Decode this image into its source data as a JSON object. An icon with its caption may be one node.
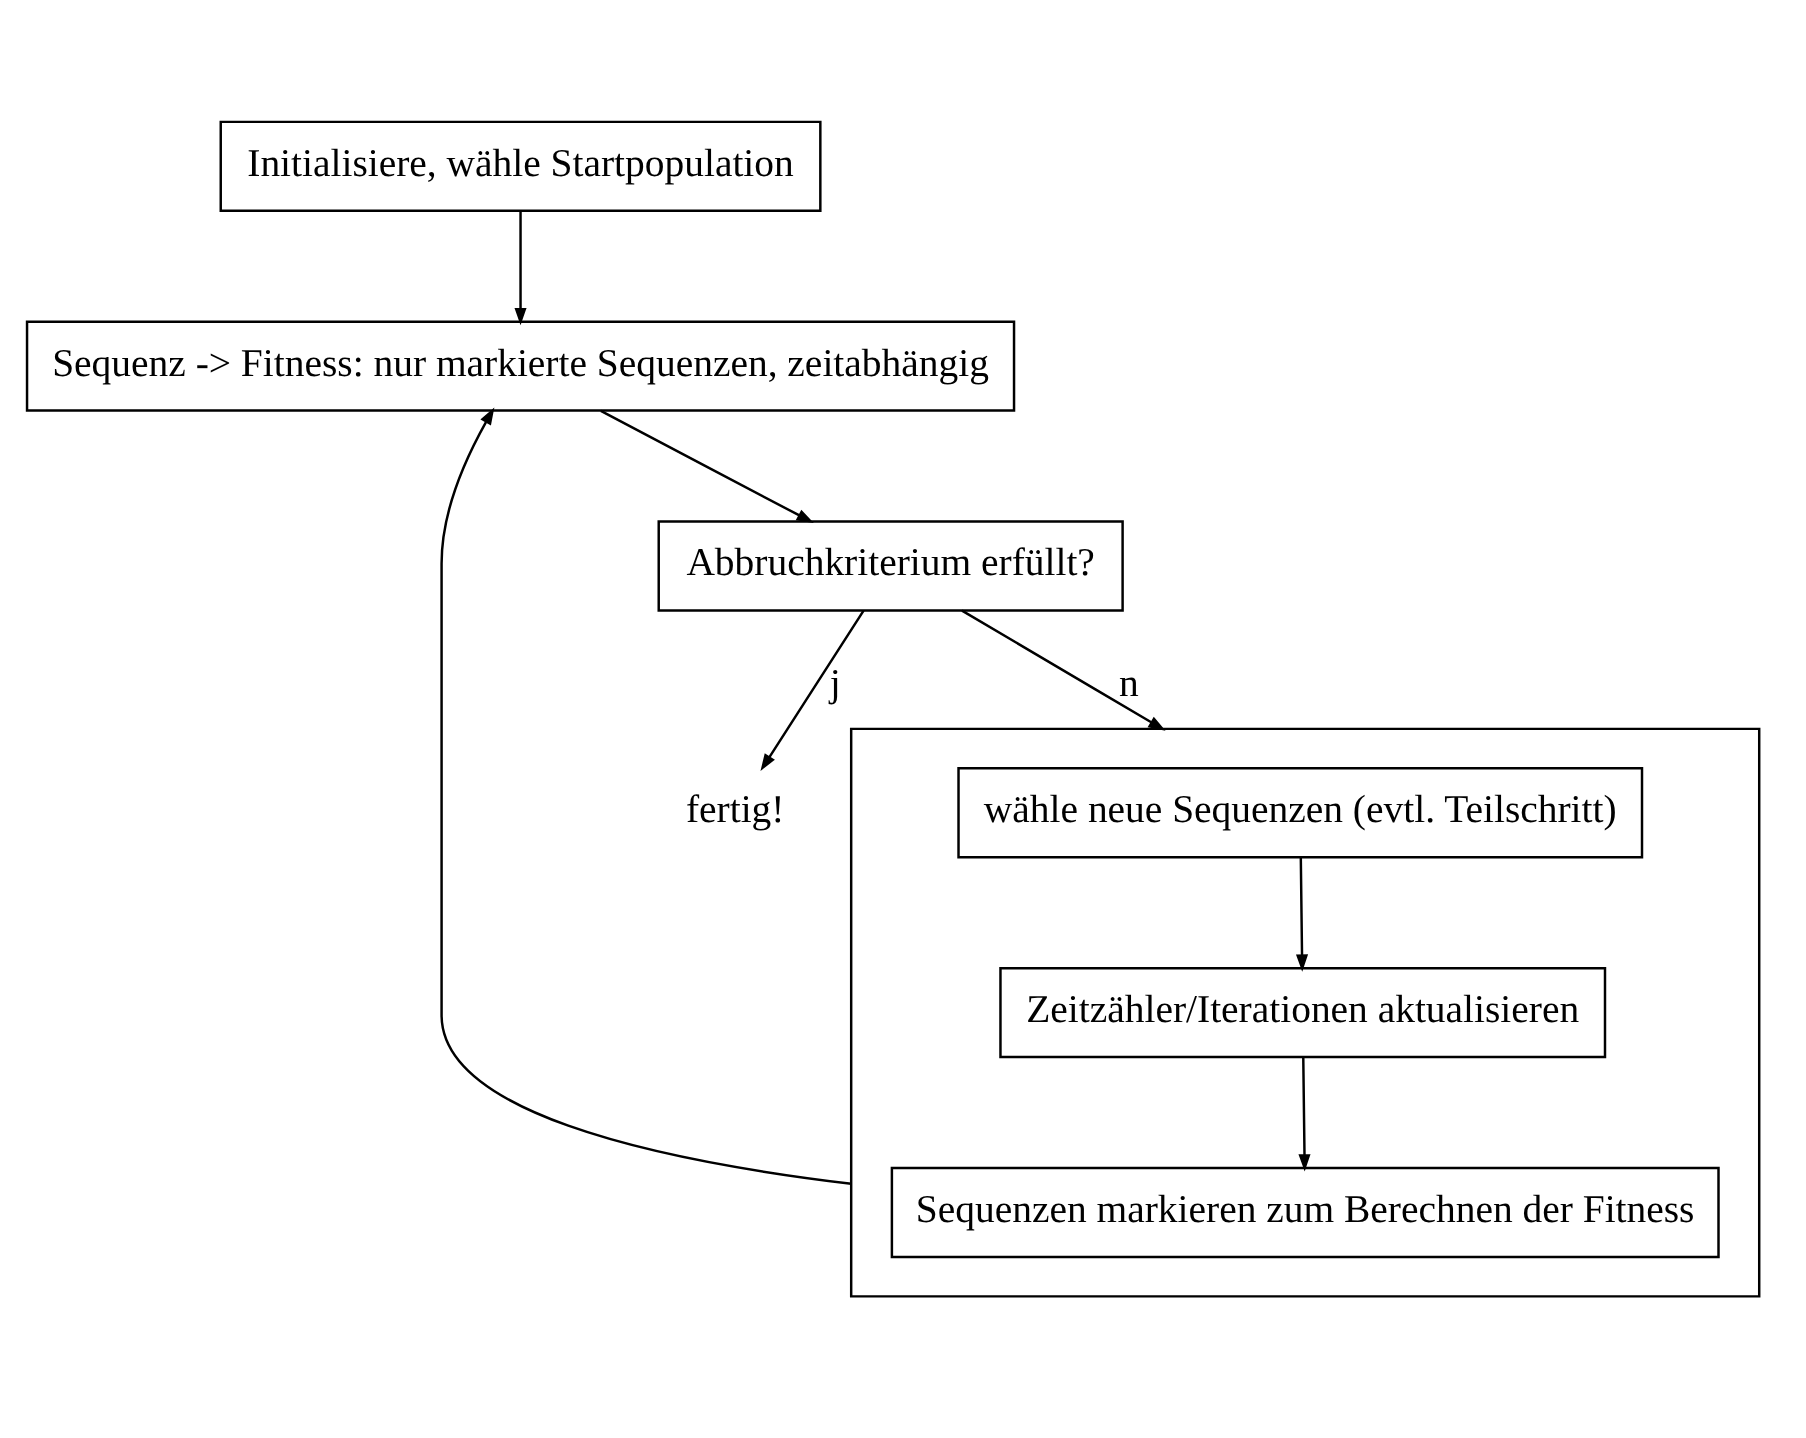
{
  "diagram": {
    "nodes": [
      {
        "text": [
          "Initialisiere, wähle Startpopulation"
        ]
      },
      {
        "text": [],
        "shape": "box"
      },
      {
        "text": [
          "Sequenzen markieren zum Berechnen der Fitness"
        ],
        "in": 1
      },
      {
        "text": [
          "Zeitzähler/Iterationen aktualisieren"
        ],
        "in": 1
      },
      {
        "text": [
          "wähle neue Sequenzen (evtl. Teilschritt)"
        ],
        "in": 1
      },
      {
        "text": [
          "Sequenz -> Fitness: nur markierte Sequenzen, zeitabhängig"
        ]
      },
      {
        "text": [
          "Abbruchkriterium erfüllt?"
        ]
      },
      {
        "text": [
          "fertig!"
        ]
      }
    ],
    "edges": [
      {
        "from": 0,
        "to": 5,
        "arrow": "to"
      },
      {
        "from": 1,
        "to": 5,
        "arrow": "to"
      },
      {
        "from": 5,
        "to": 6,
        "arrow": "to"
      },
      {
        "from": 6,
        "to": 1,
        "arrow": "to",
        "label": "n"
      },
      {
        "from": 6,
        "to": 7,
        "arrow": "to",
        "label": "j"
      },
      {
        "from": 4,
        "to": 3,
        "arrow": "to"
      },
      {
        "from": 3,
        "to": 2,
        "arrow": "to"
      }
    ]
  }
}
